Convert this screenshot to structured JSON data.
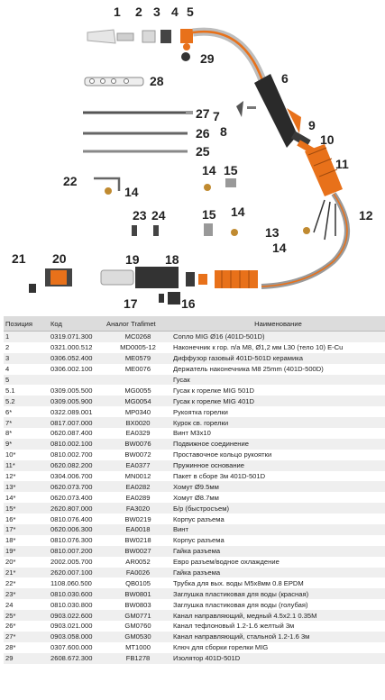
{
  "diagram": {
    "callouts": [
      "1",
      "2",
      "3",
      "4",
      "5",
      "6",
      "7",
      "8",
      "9",
      "10",
      "11",
      "12",
      "13",
      "14",
      "14",
      "14",
      "14",
      "15",
      "15",
      "16",
      "17",
      "18",
      "19",
      "20",
      "21",
      "22",
      "23",
      "24",
      "25",
      "26",
      "27",
      "28",
      "29"
    ]
  },
  "table": {
    "headers": [
      "Позиция",
      "Код",
      "Аналог Trafimet",
      "Наименование"
    ],
    "rows": [
      [
        "1",
        "0319.071.300",
        "MC0268",
        "Сопло MIG Ø16 (401D-501D)"
      ],
      [
        "2",
        "0321.000.512",
        "MD0005-12",
        "Наконечник к гор. п/а M8, Ø1,2 мм L30 (тело 10) E-Cu"
      ],
      [
        "3",
        "0306.052.400",
        "ME0579",
        "Диффузор газовый 401D-501D керамика"
      ],
      [
        "4",
        "0306.002.100",
        "ME0076",
        "Держатель наконечника М8 25mm (401D-500D)"
      ],
      [
        "5",
        "",
        "",
        "Гусак"
      ],
      [
        "5.1",
        "0309.005.500",
        "MG0055",
        "Гусак к горелке MIG 501D"
      ],
      [
        "5.2",
        "0309.005.900",
        "MG0054",
        "Гусак к горелке MIG 401D"
      ],
      [
        "6*",
        "0322.089.001",
        "MP0340",
        "Рукоятка горелки"
      ],
      [
        "7*",
        "0817.007.000",
        "BX0020",
        "Курок св. горелки"
      ],
      [
        "8*",
        "0620.087.400",
        "EA0329",
        "Винт М3х10"
      ],
      [
        "9*",
        "0810.002.100",
        "BW0076",
        "Подвижное соединение"
      ],
      [
        "10*",
        "0810.002.700",
        "BW0072",
        "Проставочное кольцо рукоятки"
      ],
      [
        "11*",
        "0620.082.200",
        "EA0377",
        "Пружинное основание"
      ],
      [
        "12*",
        "0304.006.700",
        "MN0012",
        "Пакет в сборе 3м 401D-501D"
      ],
      [
        "13*",
        "0620.073.700",
        "EA0282",
        "Хомут Ø9.5мм"
      ],
      [
        "14*",
        "0620.073.400",
        "EA0289",
        "Хомут Ø8.7мм"
      ],
      [
        "15*",
        "2620.807.000",
        "FA3020",
        "Б/р (быстросъем)"
      ],
      [
        "16*",
        "0810.076.400",
        "BW0219",
        "Корпус разъема"
      ],
      [
        "17*",
        "0620.006.300",
        "EA0018",
        "Винт"
      ],
      [
        "18*",
        "0810.076.300",
        "BW0218",
        "Корпус разъема"
      ],
      [
        "19*",
        "0810.007.200",
        "BW0027",
        "Гайка разъема"
      ],
      [
        "20*",
        "2002.005.700",
        "AR0052",
        "Евро разъем/водное охлаждение"
      ],
      [
        "21*",
        "2620.007.100",
        "FA0026",
        "Гайка разъема"
      ],
      [
        "22*",
        "1108.060.500",
        "QB0105",
        "Трубка для вых. воды M5x8мм 0.8 EPDM"
      ],
      [
        "23*",
        "0810.030.600",
        "BW0801",
        "Заглушка пластиковая для воды (красная)"
      ],
      [
        "24",
        "0810.030.800",
        "BW0803",
        "Заглушка пластиковая для воды (голубая)"
      ],
      [
        "25*",
        "0903.022.600",
        "GM0771",
        "Канал направляющий, медный 4.5x2.1 0.35M"
      ],
      [
        "26*",
        "0903.021.000",
        "GM0760",
        "Канал тефлоновый 1.2-1.6 желтый 3м"
      ],
      [
        "27*",
        "0903.058.000",
        "GM0530",
        "Канал направляющий, стальной 1.2-1.6 3м"
      ],
      [
        "28*",
        "0307.600.000",
        "MT1000",
        "Ключ для сборки горелки MIG"
      ],
      [
        "29",
        "2608.672.300",
        "FB1278",
        "Изолятор 401D-501D"
      ]
    ]
  },
  "colors": {
    "accent": "#e8711a",
    "header_bg": "#dcdcdc",
    "row_alt": "#efefef",
    "metal": "#9a9a9a",
    "dark": "#2a2a2a"
  }
}
